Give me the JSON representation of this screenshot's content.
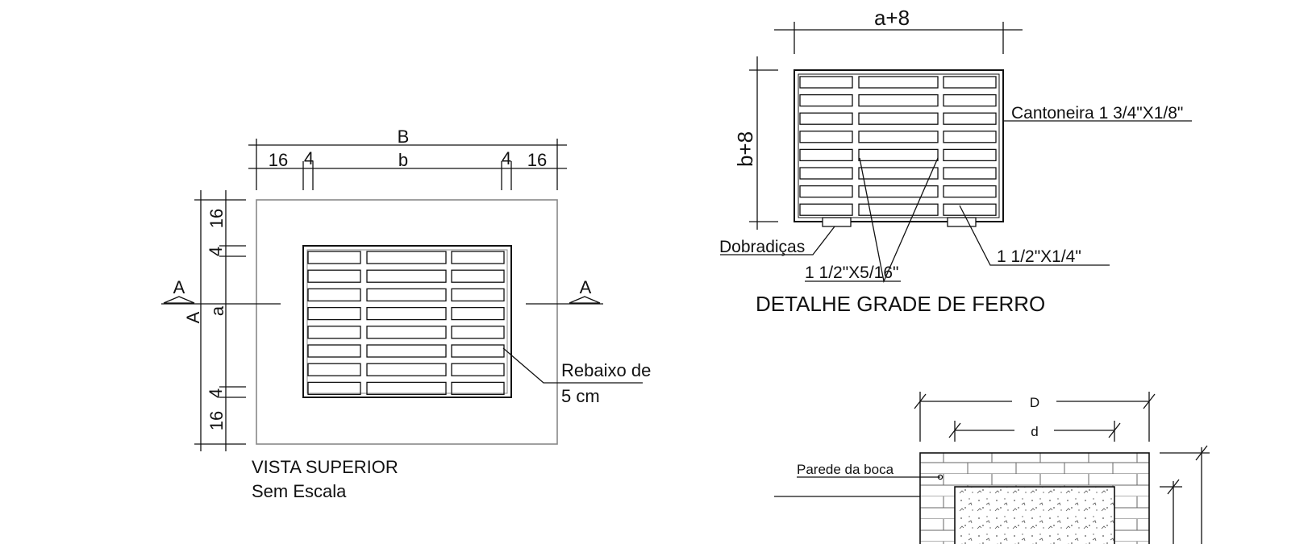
{
  "top_view": {
    "dim_B": "B",
    "dim_b": "b",
    "dim_16": "16",
    "dim_4": "4",
    "dim_a": "a",
    "section_mark": "A",
    "rebaixo_line1": "Rebaixo de",
    "rebaixo_line2": "5 cm",
    "title": "VISTA SUPERIOR",
    "subtitle": "Sem Escala"
  },
  "grade_detail": {
    "dim_width": "a+8",
    "dim_height": "b+8",
    "cantoneira": "Cantoneira 1 3/4\"X1/8\"",
    "dobradicas": "Dobradiças",
    "bar_5_16": "1 1/2\"X5/16\"",
    "bar_1_4": "1 1/2\"X1/4\"",
    "title": "DETALHE GRADE DE FERRO"
  },
  "section_view": {
    "dim_D": "D",
    "dim_d": "d",
    "parede": "Parede da boca"
  }
}
